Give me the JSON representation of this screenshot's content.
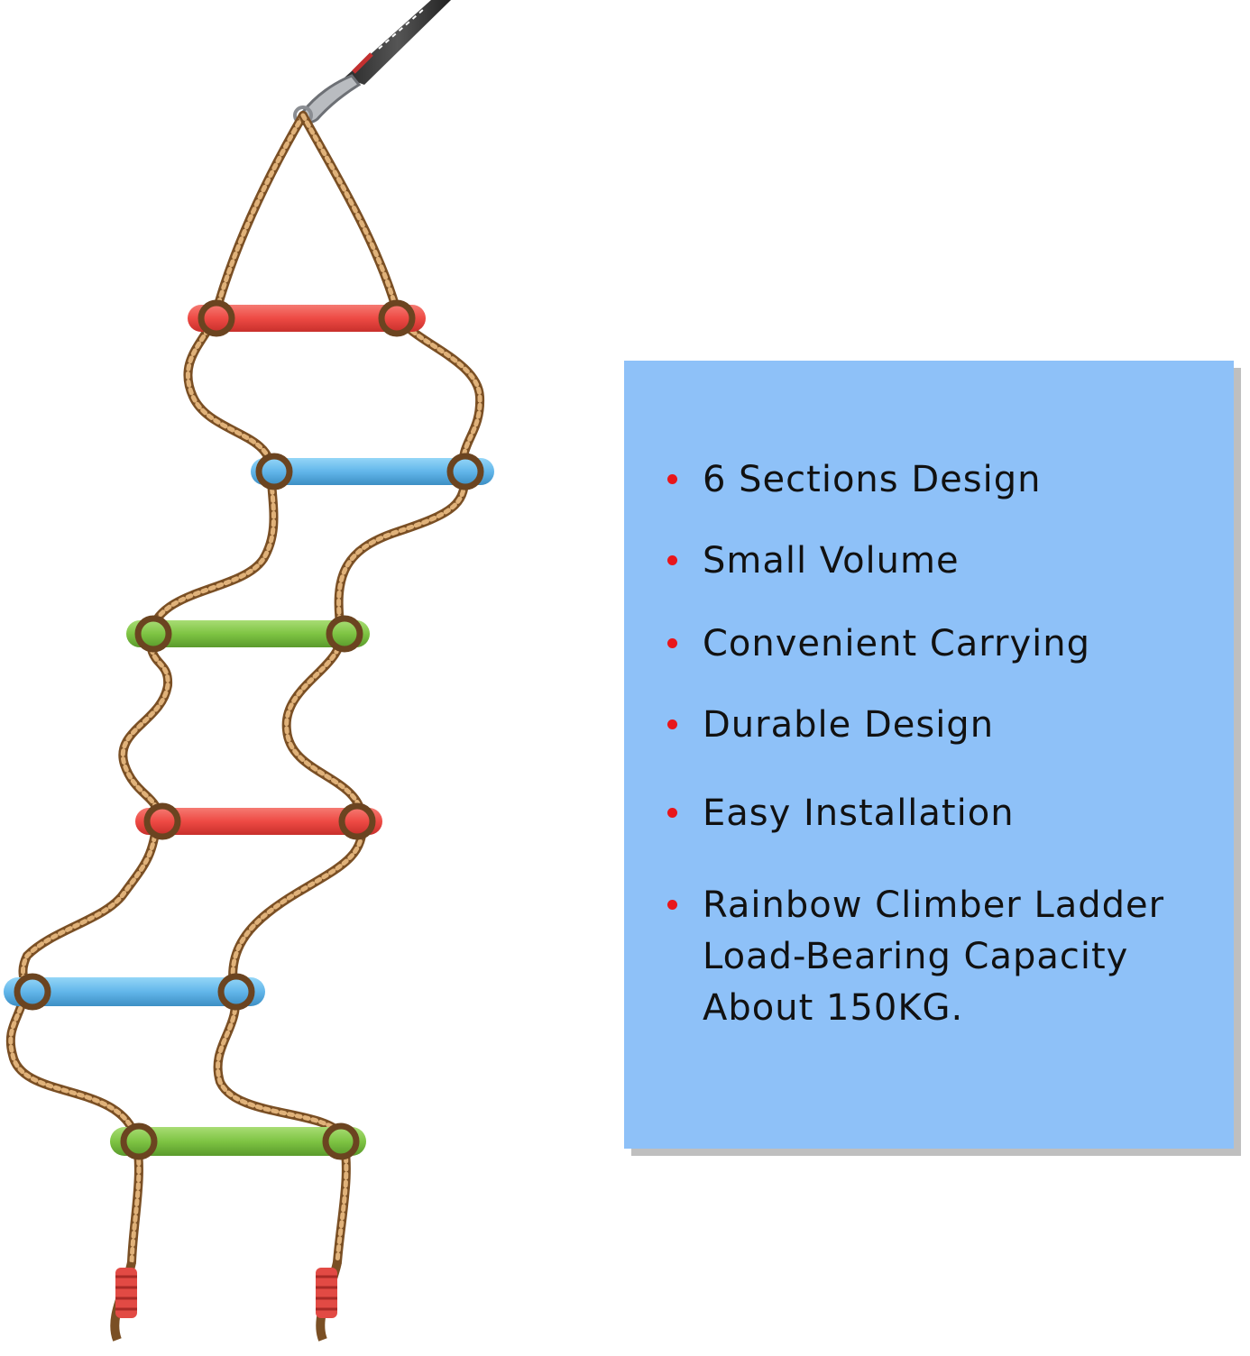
{
  "features": [
    "6 Sections Design",
    "Small Volume",
    "Convenient Carrying",
    "Durable Design",
    "Easy Installation",
    "Rainbow Climber Ladder\nLoad-Bearing Capacity\nAbout 150KG."
  ],
  "colors": {
    "panel": "#8ec1f8",
    "bullet": "#e8161b",
    "rope": "#9a6a3c",
    "rung_red": "#ef4a4a",
    "rung_blue": "#63b7ea",
    "rung_green": "#7ec443"
  },
  "ladder": {
    "rungs": [
      "red",
      "blue",
      "green",
      "red",
      "blue",
      "green"
    ]
  }
}
